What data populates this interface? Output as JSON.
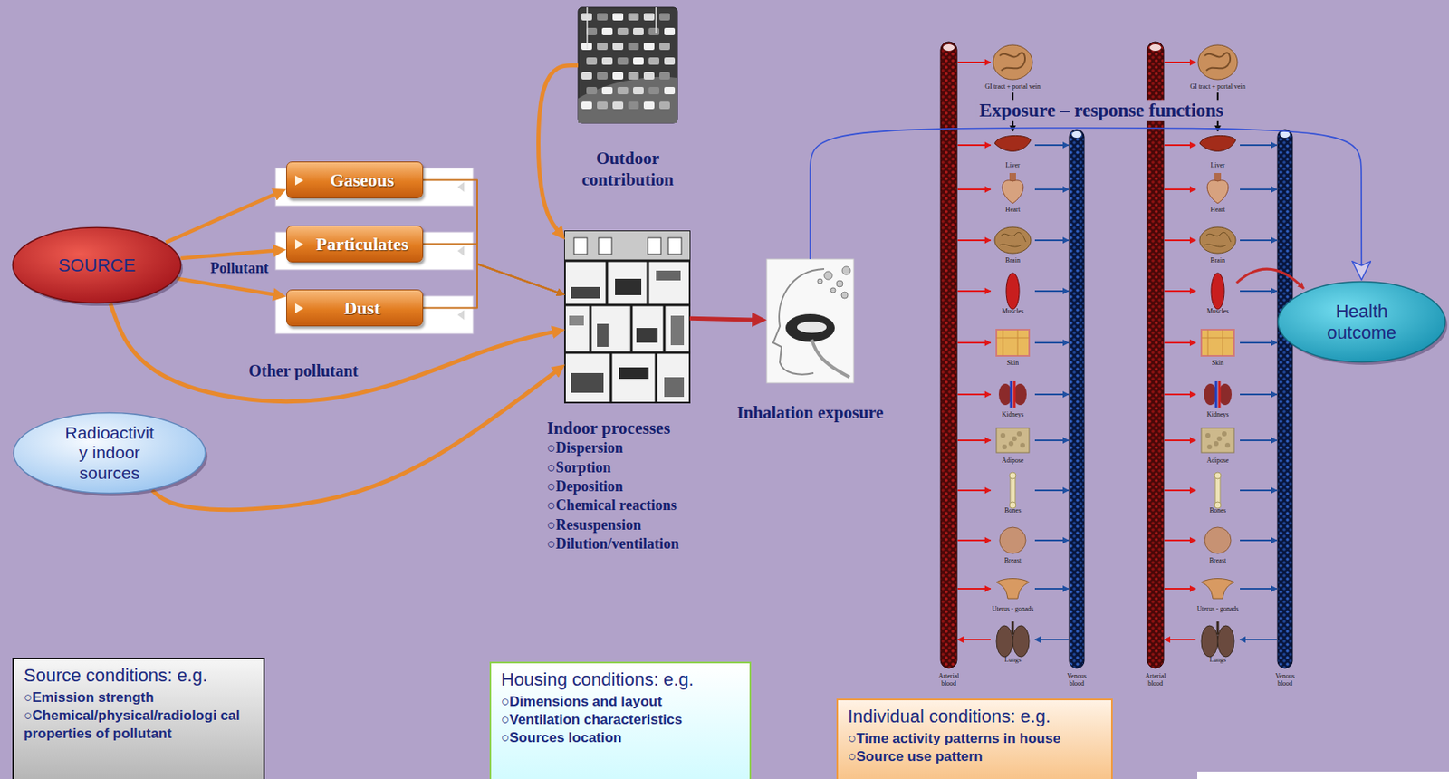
{
  "diagram": {
    "nodes": [
      {
        "text": [
          "SOURCE"
        ]
      },
      {
        "text": [
          "Gaseous"
        ]
      },
      {
        "text": [
          "Particulates"
        ]
      },
      {
        "text": [
          "Dust"
        ]
      },
      {
        "text": [
          "Outdoor contribution"
        ]
      },
      {
        "text": [
          "Indoor processes",
          "○Dispersion",
          "○Sorption",
          "○Deposition",
          "○Chemical reactions",
          "○Resuspension",
          "○Dilution/ventilation"
        ]
      },
      {
        "text": [
          "Radioactivit y indoor sources"
        ]
      },
      {
        "text": [
          "Inhalation exposure"
        ]
      },
      {
        "text": [
          "Health outcome"
        ]
      },
      {
        "text": [
          "Source conditions: e.g.",
          "○Emission strength",
          "○Chemical/physical/radiologi cal properties of pollutant"
        ]
      },
      {
        "text": [
          "Housing conditions: e.g.",
          "○Dimensions and layout",
          "○Ventilation characteristics",
          "○Sources location"
        ]
      },
      {
        "text": [
          "Individual conditions: e.g.",
          "○Time activity patterns in house",
          "○Source use pattern"
        ]
      }
    ],
    "edges": [
      {
        "from": 0,
        "to": 1,
        "arrow": "to"
      },
      {
        "from": 0,
        "to": 2,
        "arrow": "to"
      },
      {
        "from": 0,
        "to": 3,
        "arrow": "to"
      },
      {
        "from": 1,
        "to": 5,
        "arrow": "to"
      },
      {
        "from": 2,
        "to": 5,
        "arrow": "to"
      },
      {
        "from": 3,
        "to": 5,
        "arrow": "to"
      },
      {
        "from": 4,
        "to": 5,
        "arrow": "to"
      },
      {
        "from": 0,
        "to": 5,
        "label": "Other pollutant",
        "arrow": "to"
      },
      {
        "from": 6,
        "to": 5,
        "arrow": "to"
      },
      {
        "from": 5,
        "to": 7,
        "arrow": "to"
      },
      {
        "from": 7,
        "to": 8,
        "label": "Exposure – response functions",
        "arrow": "to"
      }
    ],
    "labels": [
      "Pollutant",
      "GI tract + portal vein",
      "Liver",
      "Heart",
      "Brain",
      "Muscles",
      "Skin",
      "Kidneys",
      "Adipose",
      "Bones",
      "Breast",
      "Uterus - gonads",
      "Lungs",
      "Arterial blood",
      "Venous blood",
      "GI tract + portal vein",
      "Liver",
      "Heart",
      "Brain",
      "Muscles",
      "Skin",
      "Kidneys",
      "Adipose",
      "Bones",
      "Breast",
      "Uterus - gonads",
      "Lungs",
      "Arterial blood",
      "Venous blood"
    ]
  }
}
